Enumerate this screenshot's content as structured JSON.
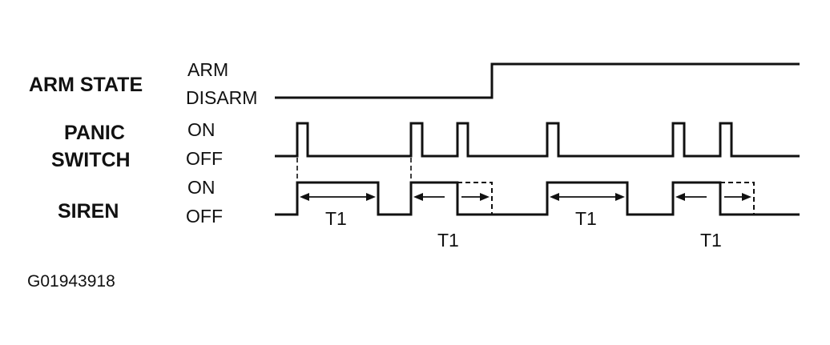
{
  "rows": {
    "arm_state": {
      "label": "ARM STATE",
      "high_state": "ARM",
      "low_state": "DISARM"
    },
    "panic_switch": {
      "label_line1": "PANIC",
      "label_line2": "SWITCH",
      "high_state": "ON",
      "low_state": "OFF"
    },
    "siren": {
      "label": "SIREN",
      "high_state": "ON",
      "low_state": "OFF"
    }
  },
  "timing_labels": {
    "t1": "T1"
  },
  "figure_id": "G01943918"
}
